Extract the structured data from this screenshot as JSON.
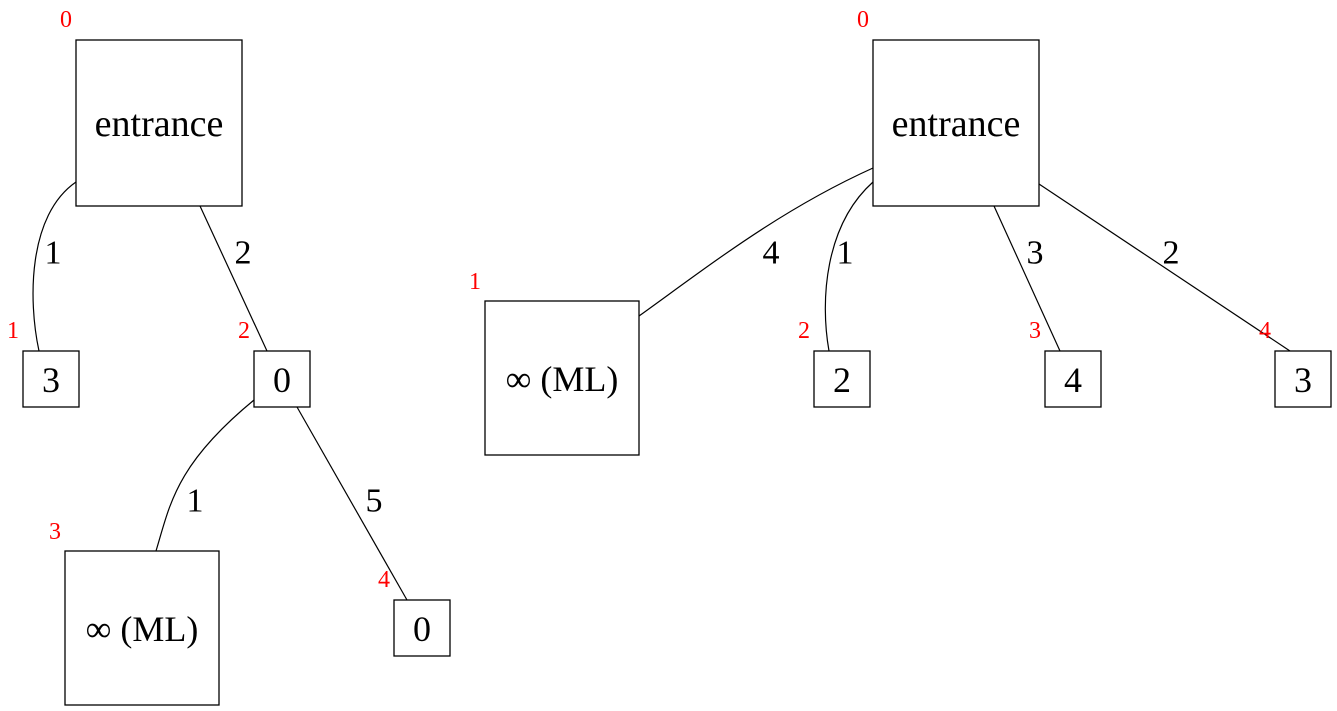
{
  "colors": {
    "index": "#ff0000",
    "stroke": "#000000",
    "background": "#ffffff"
  },
  "trees": [
    {
      "nodes": [
        {
          "id": "l0",
          "label": "entrance",
          "index": "0"
        },
        {
          "id": "l1",
          "label": "3",
          "index": "1"
        },
        {
          "id": "l2",
          "label": "0",
          "index": "2"
        },
        {
          "id": "l3",
          "label": "∞ (ML)",
          "index": "3"
        },
        {
          "id": "l4",
          "label": "0",
          "index": "4"
        }
      ],
      "edges": [
        {
          "from": "l0",
          "to": "l1",
          "weight": "1"
        },
        {
          "from": "l0",
          "to": "l2",
          "weight": "2"
        },
        {
          "from": "l2",
          "to": "l3",
          "weight": "1"
        },
        {
          "from": "l2",
          "to": "l4",
          "weight": "5"
        }
      ]
    },
    {
      "nodes": [
        {
          "id": "r0",
          "label": "entrance",
          "index": "0"
        },
        {
          "id": "r1",
          "label": "∞ (ML)",
          "index": "1"
        },
        {
          "id": "r2",
          "label": "2",
          "index": "2"
        },
        {
          "id": "r3",
          "label": "4",
          "index": "3"
        },
        {
          "id": "r4",
          "label": "3",
          "index": "4"
        }
      ],
      "edges": [
        {
          "from": "r0",
          "to": "r1",
          "weight": "4"
        },
        {
          "from": "r0",
          "to": "r2",
          "weight": "1"
        },
        {
          "from": "r0",
          "to": "r3",
          "weight": "3"
        },
        {
          "from": "r0",
          "to": "r4",
          "weight": "2"
        }
      ]
    }
  ]
}
